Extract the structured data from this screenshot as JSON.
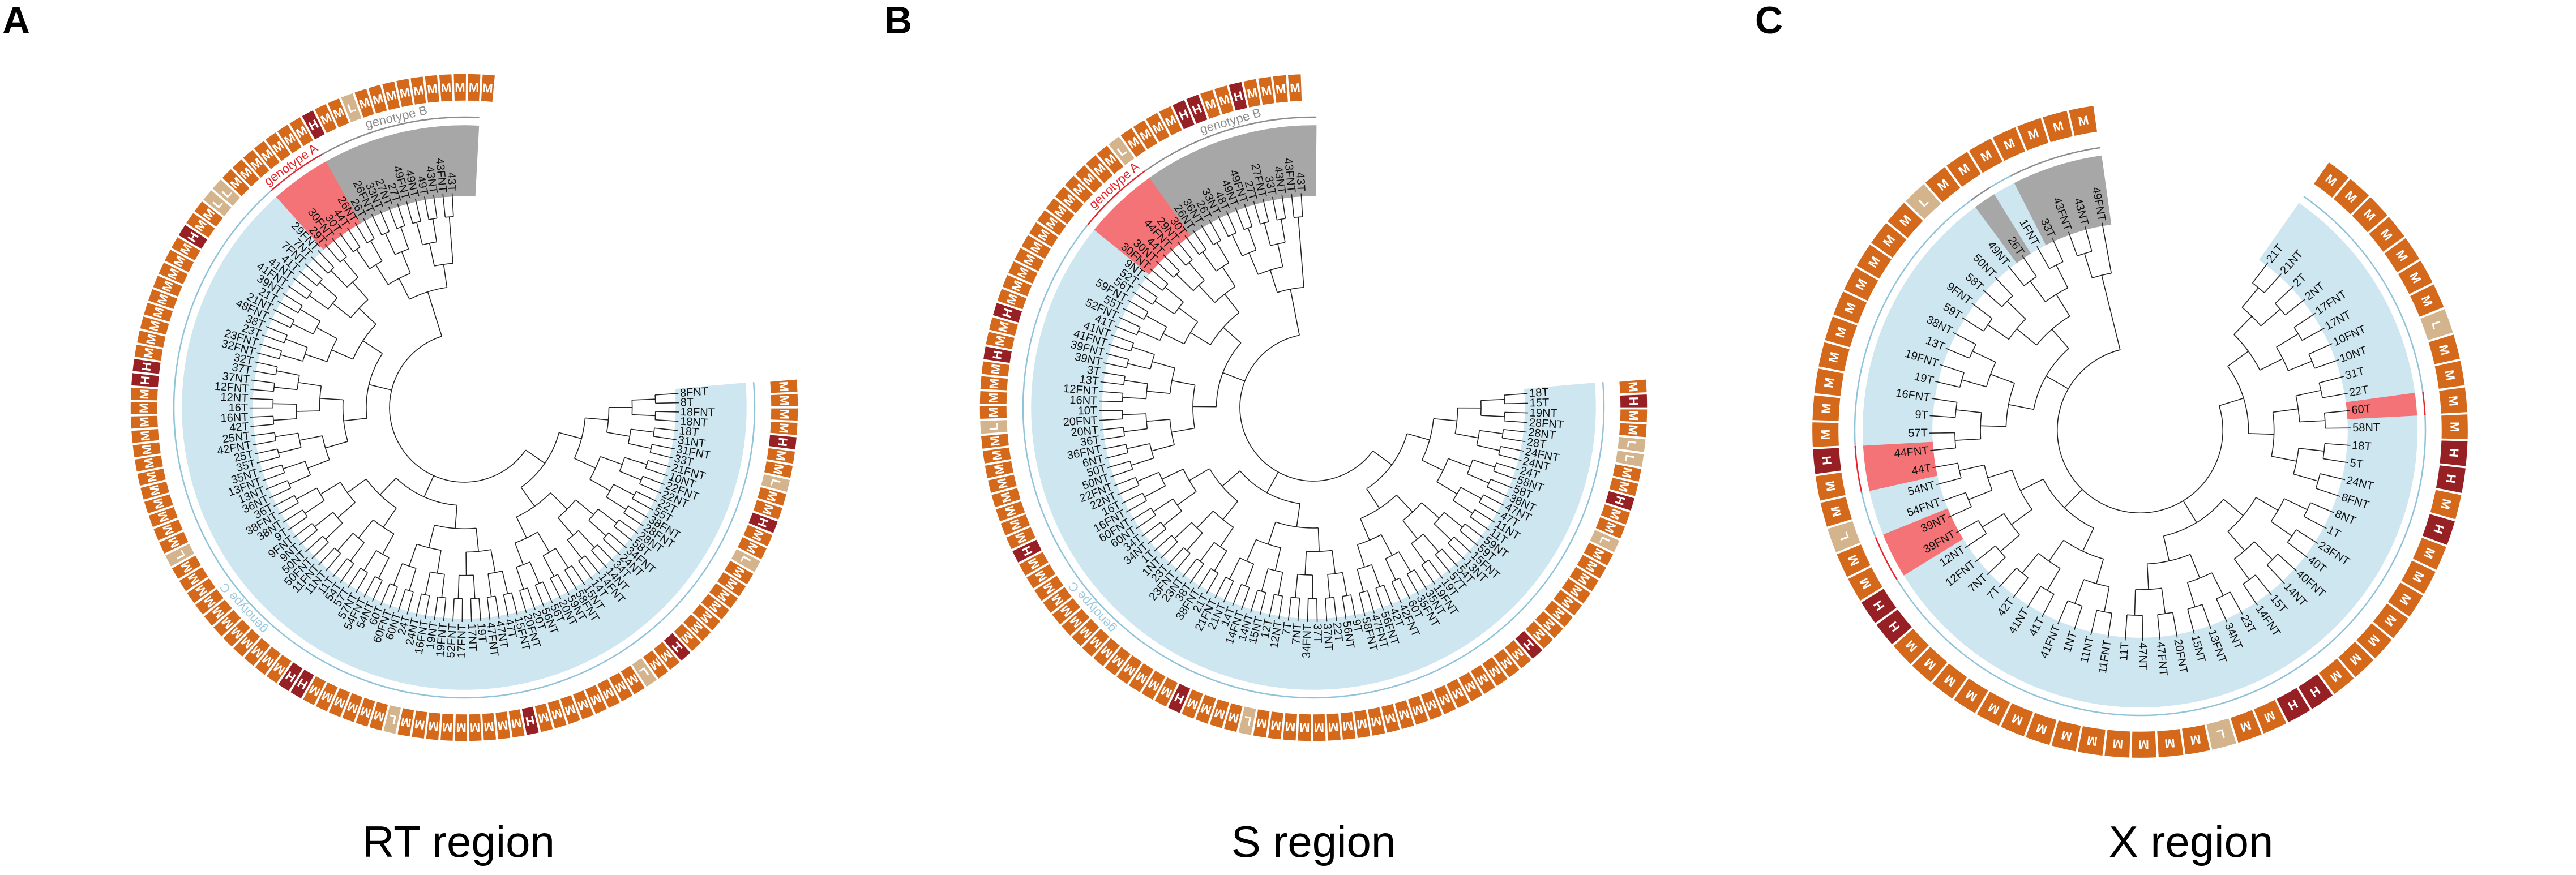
{
  "panels": [
    {
      "letter": "A",
      "caption": "RT region",
      "colors": {
        "clade_c": "#cde6f0",
        "clade_b": "#a7a7a7",
        "clade_a": "#f37376"
      },
      "genotype_labels": {
        "c": "genotype C",
        "b": "genotype B",
        "a": "genotype A"
      },
      "tips": [
        "8FNT",
        "8T",
        "18FNT",
        "18NT",
        "18T",
        "31NT",
        "31FNT",
        "33T",
        "21FNT",
        "10NT",
        "22FNT",
        "22NT",
        "22T",
        "55T",
        "38FNT",
        "28FNT",
        "28NT",
        "58T",
        "34FNT",
        "24NT",
        "34T",
        "14NT",
        "14FNT",
        "14T",
        "15NT",
        "58FNT",
        "59NT",
        "20NT",
        "56T",
        "56NT",
        "20T",
        "20FNT",
        "15FNT",
        "47T",
        "47NT",
        "47FNT",
        "19T",
        "17NT",
        "17FNT",
        "52FNT",
        "19FNT",
        "19NT",
        "16FNT",
        "24NT",
        "24T",
        "60NT",
        "60FNT",
        "60T",
        "54NT",
        "54FNT",
        "57NT",
        "57T",
        "54T",
        "11T",
        "11NT",
        "11FNT",
        "50FNT",
        "50NT",
        "9NT",
        "9FNT",
        "9T",
        "38NT",
        "38FNT",
        "36T",
        "36NT",
        "13NT",
        "13FNT",
        "35NT",
        "35T",
        "25T",
        "42FNT",
        "25NT",
        "42T",
        "16NT",
        "16T",
        "12NT",
        "12FNT",
        "37NT",
        "37T",
        "32T",
        "32FNT",
        "23FNT",
        "23T",
        "38T",
        "48FNT",
        "21NT",
        "21T",
        "39NT",
        "41FNT",
        "41NT",
        "41T",
        "7FNT",
        "7NT",
        "29FNT",
        "29T",
        "30FNT",
        "30T",
        "44T",
        "26NT",
        "26T",
        "26FNT",
        "33NT",
        "27NT",
        "27T",
        "49FNT",
        "49NT",
        "49T",
        "43NT",
        "43FNT",
        "43T"
      ],
      "genotype": [
        "C",
        "C",
        "C",
        "C",
        "C",
        "C",
        "C",
        "C",
        "C",
        "C",
        "C",
        "C",
        "C",
        "C",
        "C",
        "C",
        "C",
        "C",
        "C",
        "C",
        "C",
        "C",
        "C",
        "C",
        "C",
        "C",
        "C",
        "C",
        "C",
        "C",
        "C",
        "C",
        "C",
        "C",
        "C",
        "C",
        "C",
        "C",
        "C",
        "C",
        "C",
        "C",
        "C",
        "C",
        "C",
        "C",
        "C",
        "C",
        "C",
        "C",
        "C",
        "C",
        "C",
        "C",
        "C",
        "C",
        "C",
        "C",
        "C",
        "C",
        "C",
        "C",
        "C",
        "C",
        "C",
        "C",
        "C",
        "C",
        "C",
        "C",
        "C",
        "C",
        "C",
        "C",
        "C",
        "C",
        "C",
        "C",
        "C",
        "C",
        "C",
        "C",
        "C",
        "C",
        "C",
        "C",
        "C",
        "C",
        "C",
        "C",
        "C",
        "C",
        "C",
        "C",
        "A",
        "A",
        "A",
        "A",
        "A",
        "B",
        "B",
        "B",
        "B",
        "B",
        "B",
        "B",
        "B",
        "B",
        "B",
        "B",
        "B",
        "B"
      ],
      "status": [
        "M",
        "M",
        "M",
        "M",
        "H",
        "M",
        "M",
        "L",
        "M",
        "M",
        "H",
        "M",
        "M",
        "L",
        "M",
        "M",
        "M",
        "M",
        "M",
        "M",
        "M",
        "H",
        "M",
        "M",
        "L",
        "M",
        "M",
        "M",
        "M",
        "M",
        "M",
        "M",
        "M",
        "H",
        "M",
        "M",
        "M",
        "M",
        "M",
        "M",
        "M",
        "M",
        "M",
        "L",
        "M",
        "M",
        "M",
        "M",
        "M",
        "M",
        "H",
        "H",
        "M",
        "M",
        "M",
        "M",
        "M",
        "M",
        "M",
        "M",
        "M",
        "M",
        "M",
        "L",
        "M",
        "M",
        "M",
        "M",
        "M",
        "M",
        "M",
        "M",
        "M",
        "M",
        "M",
        "M",
        "H",
        "H",
        "M",
        "M",
        "M",
        "M",
        "M",
        "M",
        "M",
        "M",
        "M",
        "H",
        "M",
        "M",
        "L",
        "L",
        "M",
        "M",
        "M",
        "M",
        "M",
        "M",
        "M",
        "H",
        "M",
        "M",
        "L",
        "M",
        "M",
        "M",
        "M",
        "M",
        "M",
        "M",
        "M",
        "M",
        "M"
      ]
    },
    {
      "letter": "B",
      "caption": "S region",
      "colors": {
        "clade_c": "#cde6f0",
        "clade_b": "#a7a7a7",
        "clade_a": "#f37376"
      },
      "genotype_labels": {
        "c": "genotype C",
        "b": "genotype B",
        "a": "genotype A"
      },
      "tips": [
        "18T",
        "15T",
        "19NT",
        "28FNT",
        "28NT",
        "28T",
        "24FNT",
        "24NT",
        "24T",
        "58NT",
        "58T",
        "38NT",
        "47NT",
        "47T",
        "11NT",
        "11T",
        "59NT",
        "59T",
        "15FNT",
        "13NT",
        "54T",
        "57T",
        "19T",
        "19FNT",
        "35NT",
        "35FNT",
        "60T",
        "42FNT",
        "42T",
        "56FNT",
        "47FNT",
        "58FNT",
        "9T",
        "56NT",
        "22T",
        "37NT",
        "37T",
        "34FNT",
        "7NT",
        "7T",
        "12NT",
        "12T",
        "15NT",
        "14NT",
        "14FNT",
        "14T",
        "21NT",
        "21FNT",
        "21T",
        "38FNT",
        "38T",
        "23NT",
        "23FNT",
        "23T",
        "1NT",
        "1T",
        "34NT",
        "34T",
        "60NT",
        "60FNT",
        "16FNT",
        "16T",
        "22NT",
        "22FNT",
        "50NT",
        "50T",
        "6NT",
        "36FNT",
        "36T",
        "20NT",
        "20FNT",
        "10T",
        "16NT",
        "12FNT",
        "13T",
        "3T",
        "39NT",
        "39FNT",
        "41FNT",
        "41NT",
        "41T",
        "52FNT",
        "55T",
        "59FNT",
        "56T",
        "52T",
        "9NT",
        "30FNT",
        "30NT",
        "44T",
        "44FNT",
        "29NT",
        "30T",
        "26NT",
        "36NT",
        "26T",
        "33NT",
        "48T",
        "49NT",
        "49FNT",
        "27T",
        "27FNT",
        "33T",
        "43NT",
        "43FNT",
        "43T"
      ],
      "genotype": [
        "C",
        "C",
        "C",
        "C",
        "C",
        "C",
        "C",
        "C",
        "C",
        "C",
        "C",
        "C",
        "C",
        "C",
        "C",
        "C",
        "C",
        "C",
        "C",
        "C",
        "C",
        "C",
        "C",
        "C",
        "C",
        "C",
        "C",
        "C",
        "C",
        "C",
        "C",
        "C",
        "C",
        "C",
        "C",
        "C",
        "C",
        "C",
        "C",
        "C",
        "C",
        "C",
        "C",
        "C",
        "C",
        "C",
        "C",
        "C",
        "C",
        "C",
        "C",
        "C",
        "C",
        "C",
        "C",
        "C",
        "C",
        "C",
        "C",
        "C",
        "C",
        "C",
        "C",
        "C",
        "C",
        "C",
        "C",
        "C",
        "C",
        "C",
        "C",
        "C",
        "C",
        "C",
        "C",
        "C",
        "C",
        "C",
        "C",
        "C",
        "C",
        "C",
        "C",
        "C",
        "C",
        "C",
        "C",
        "A",
        "A",
        "A",
        "A",
        "A",
        "A",
        "B",
        "B",
        "B",
        "B",
        "B",
        "B",
        "B",
        "B",
        "B",
        "B",
        "B",
        "B",
        "B",
        "B"
      ],
      "status": [
        "M",
        "H",
        "M",
        "M",
        "L",
        "L",
        "M",
        "M",
        "H",
        "M",
        "M",
        "L",
        "M",
        "M",
        "M",
        "M",
        "M",
        "M",
        "M",
        "M",
        "H",
        "M",
        "M",
        "M",
        "M",
        "M",
        "M",
        "M",
        "M",
        "M",
        "M",
        "M",
        "M",
        "M",
        "M",
        "M",
        "M",
        "M",
        "M",
        "M",
        "M",
        "L",
        "M",
        "M",
        "M",
        "M",
        "H",
        "M",
        "M",
        "M",
        "M",
        "M",
        "M",
        "M",
        "M",
        "M",
        "M",
        "M",
        "M",
        "M",
        "M",
        "H",
        "M",
        "M",
        "M",
        "M",
        "M",
        "M",
        "M",
        "M",
        "L",
        "M",
        "M",
        "M",
        "M",
        "H",
        "M",
        "M",
        "H",
        "M",
        "M",
        "M",
        "M",
        "M",
        "M",
        "M",
        "M",
        "M",
        "M",
        "M",
        "M",
        "M",
        "L",
        "M",
        "M",
        "M",
        "M",
        "H",
        "H",
        "M",
        "M",
        "H",
        "M",
        "M",
        "M",
        "M"
      ]
    },
    {
      "letter": "C",
      "caption": "X region",
      "colors": {
        "clade_c": "#cde6f0",
        "clade_b": "#a7a7a7",
        "clade_a": "#f37376"
      },
      "genotype_labels": {
        "c": "",
        "b": "",
        "a": ""
      },
      "tips": [
        "21T",
        "21NT",
        "2T",
        "2NT",
        "17FNT",
        "17NT",
        "10FNT",
        "10NT",
        "31T",
        "22T",
        "60T",
        "58NT",
        "18T",
        "5T",
        "24NT",
        "8FNT",
        "8NT",
        "1T",
        "23FNT",
        "40T",
        "40FNT",
        "14NT",
        "15T",
        "14FNT",
        "23T",
        "34NT",
        "13FNT",
        "15NT",
        "20FNT",
        "47FNT",
        "47NT",
        "11T",
        "11FNT",
        "11NT",
        "1NT",
        "41FNT",
        "41T",
        "41NT",
        "42T",
        "7T",
        "7NT",
        "12FNT",
        "12NT",
        "39FNT",
        "39NT",
        "54FNT",
        "54NT",
        "44T",
        "44FNT",
        "57T",
        "9T",
        "16FNT",
        "19T",
        "19FNT",
        "13T",
        "38NT",
        "59T",
        "9FNT",
        "58T",
        "50NT",
        "49NT",
        "26T",
        "1FNT",
        "33T",
        "43FNT",
        "43NT",
        "49FNT"
      ],
      "genotype": [
        "C",
        "C",
        "C",
        "C",
        "C",
        "C",
        "C",
        "C",
        "C",
        "C",
        "A",
        "C",
        "C",
        "C",
        "C",
        "C",
        "C",
        "C",
        "C",
        "C",
        "C",
        "C",
        "C",
        "C",
        "C",
        "C",
        "C",
        "C",
        "C",
        "C",
        "C",
        "C",
        "C",
        "C",
        "C",
        "C",
        "C",
        "C",
        "C",
        "C",
        "C",
        "C",
        "C",
        "A",
        "A",
        "C",
        "C",
        "A",
        "A",
        "C",
        "C",
        "C",
        "C",
        "C",
        "C",
        "C",
        "C",
        "C",
        "C",
        "C",
        "C",
        "B",
        "C",
        "B",
        "B",
        "B",
        "B"
      ],
      "status": [
        "M",
        "M",
        "M",
        "M",
        "M",
        "M",
        "M",
        "L",
        "M",
        "M",
        "M",
        "M",
        "H",
        "H",
        "M",
        "H",
        "M",
        "M",
        "M",
        "M",
        "M",
        "M",
        "M",
        "H",
        "H",
        "M",
        "M",
        "L",
        "M",
        "M",
        "M",
        "M",
        "M",
        "M",
        "M",
        "M",
        "M",
        "M",
        "M",
        "M",
        "M",
        "H",
        "H",
        "M",
        "M",
        "L",
        "M",
        "M",
        "H",
        "M",
        "M",
        "M",
        "M",
        "M",
        "M",
        "M",
        "M",
        "M",
        "M",
        "L",
        "M",
        "M",
        "M",
        "M",
        "M",
        "M",
        "M"
      ]
    }
  ]
}
